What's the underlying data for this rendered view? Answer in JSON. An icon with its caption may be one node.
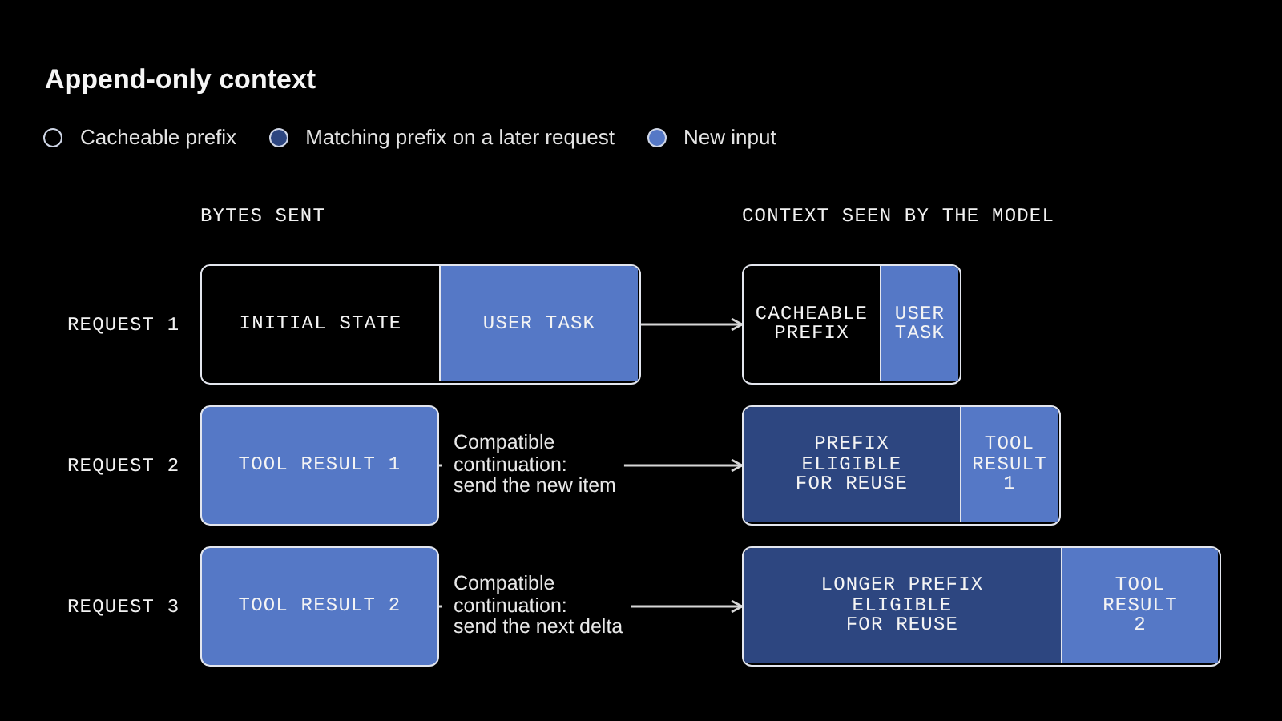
{
  "diagram": {
    "title": "Append-only context",
    "nodes": [
      {
        "text": [],
        "shape": "box"
      },
      {
        "text": [
          "INITIAL STATE"
        ],
        "in": 0
      },
      {
        "text": [
          "USER TASK"
        ],
        "in": 0
      },
      {
        "text": [],
        "shape": "box"
      },
      {
        "text": [
          "CACHEABLE PREFIX"
        ],
        "in": 3
      },
      {
        "text": [
          "USER TASK"
        ],
        "in": 3
      },
      {
        "text": [
          "TOOL RESULT 1"
        ]
      },
      {
        "text": [],
        "shape": "box"
      },
      {
        "text": [
          "PREFIX ELIGIBLE FOR REUSE"
        ],
        "in": 7
      },
      {
        "text": [
          "TOOL RESULT 1"
        ],
        "in": 7
      },
      {
        "text": [
          "TOOL RESULT 2"
        ]
      },
      {
        "text": [],
        "shape": "box"
      },
      {
        "text": [
          "LONGER PREFIX ELIGIBLE FOR REUSE"
        ],
        "in": 11
      },
      {
        "text": [
          "TOOL RESULT 2"
        ],
        "in": 11
      }
    ],
    "edges": [
      {
        "from": 0,
        "to": 3,
        "arrow": "to"
      },
      {
        "from": 6,
        "to": 7,
        "label": "Compatible continuation: send the new item",
        "arrow": "to"
      },
      {
        "from": 10,
        "to": 11,
        "label": "Compatible continuation: send the next delta",
        "arrow": "to"
      }
    ],
    "labels": [
      "BYTES SENT",
      "CONTEXT SEEN BY THE MODEL",
      "REQUEST 1",
      "REQUEST 2",
      "REQUEST 3"
    ],
    "legend": [
      {
        "text": "Cacheable prefix",
        "color": "#000000"
      },
      {
        "text": "Matching prefix on a later request",
        "color": "#2d4680"
      },
      {
        "text": "New input",
        "color": "#5578c6"
      }
    ]
  }
}
